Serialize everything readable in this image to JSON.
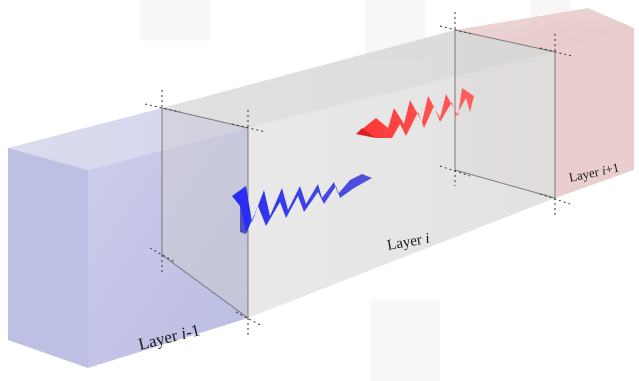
{
  "labels": {
    "layer_prev": {
      "prefix": "Layer ",
      "var": "i",
      "suffix": "-1"
    },
    "layer_curr": {
      "prefix": "Layer ",
      "var": "i",
      "suffix": ""
    },
    "layer_next": {
      "prefix": "Layer ",
      "var": "i",
      "suffix": "+1"
    }
  },
  "colors": {
    "layer_prev_tint": "#b8b8e0",
    "layer_curr_tint": "#d2d2d2",
    "layer_next_tint": "#e6c2c2",
    "forward_wave": "#2a2af0",
    "backward_wave": "#ff3030"
  }
}
